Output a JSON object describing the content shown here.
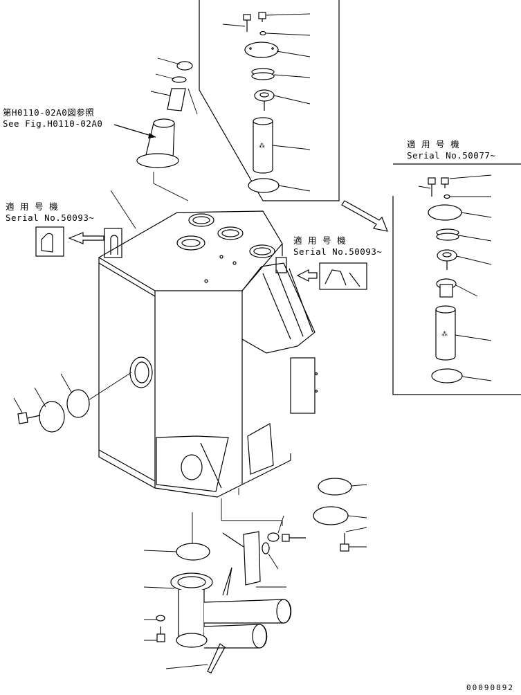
{
  "reference": {
    "jp": "第H0110-02A0図参照",
    "en": "See Fig.H0110-02A0"
  },
  "callouts": {
    "left": {
      "jp": "適 用 号 機",
      "en": "Serial No.50093~"
    },
    "middle": {
      "jp": "適 用 号 機",
      "en": "Serial No.50093~"
    },
    "right": {
      "jp": "適 用 号 機",
      "en": "Serial No.50077~"
    }
  },
  "document_number": "00090892",
  "colors": {
    "ink": "#000000",
    "paper": "#ffffff"
  }
}
